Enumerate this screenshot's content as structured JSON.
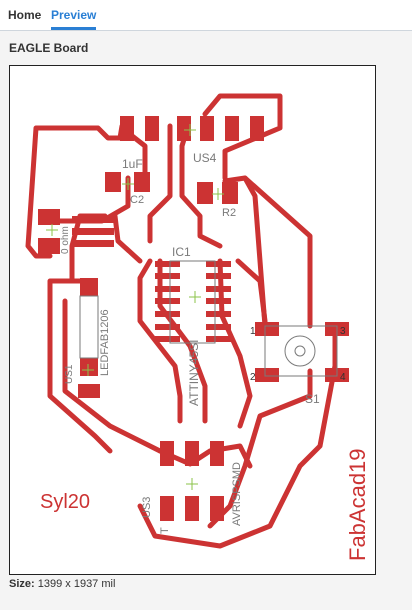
{
  "tabs": [
    {
      "label": "Home",
      "active": false
    },
    {
      "label": "Preview",
      "active": true
    }
  ],
  "panel_title": "EAGLE Board",
  "board": {
    "labels": {
      "c2_value": "1uF",
      "c2": "C2",
      "us4": "US4",
      "r2": "R2",
      "ohm": "0 ohm",
      "ic1": "IC1",
      "attiny": "ATTINY45SI",
      "led": "LEDFAB1206",
      "us1": "US1",
      "s1": "S1",
      "pin1": "1",
      "pin3": "3",
      "pin2": "2",
      "pin4": "4",
      "us3": "US3",
      "t": "T",
      "avr": "AVRISPSMD",
      "syl": "Syl20",
      "fab": "FabAcad19"
    },
    "colors": {
      "trace": "#cc3333",
      "silk": "#7a7a7a",
      "background": "#ffffff"
    }
  },
  "size": {
    "label": "Size:",
    "value": "1399 x 1937 mil"
  }
}
